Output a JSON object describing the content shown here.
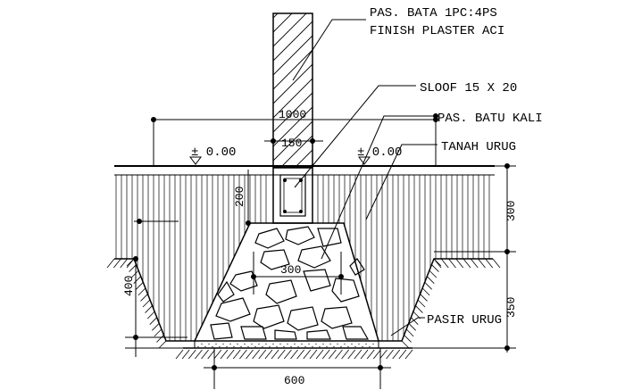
{
  "labels": {
    "brick_line1": "PAS. BATA 1PC:4PS",
    "brick_line2": "FINISH PLASTER ACI",
    "sloof": "SLOOF 15 X 20",
    "stone": "PAS. BATU KALI",
    "backfill": "TANAH URUG",
    "sand": "PASIR URUG",
    "level_left": "± 0.00",
    "level_right": "± 0.00"
  },
  "dimensions": {
    "width_1000": "1000",
    "wall_150": "150",
    "sloof_200": "200",
    "depth_300": "300",
    "mid_300": "300",
    "depth_350": "350",
    "left_400": "400",
    "bottom_600": "600"
  }
}
